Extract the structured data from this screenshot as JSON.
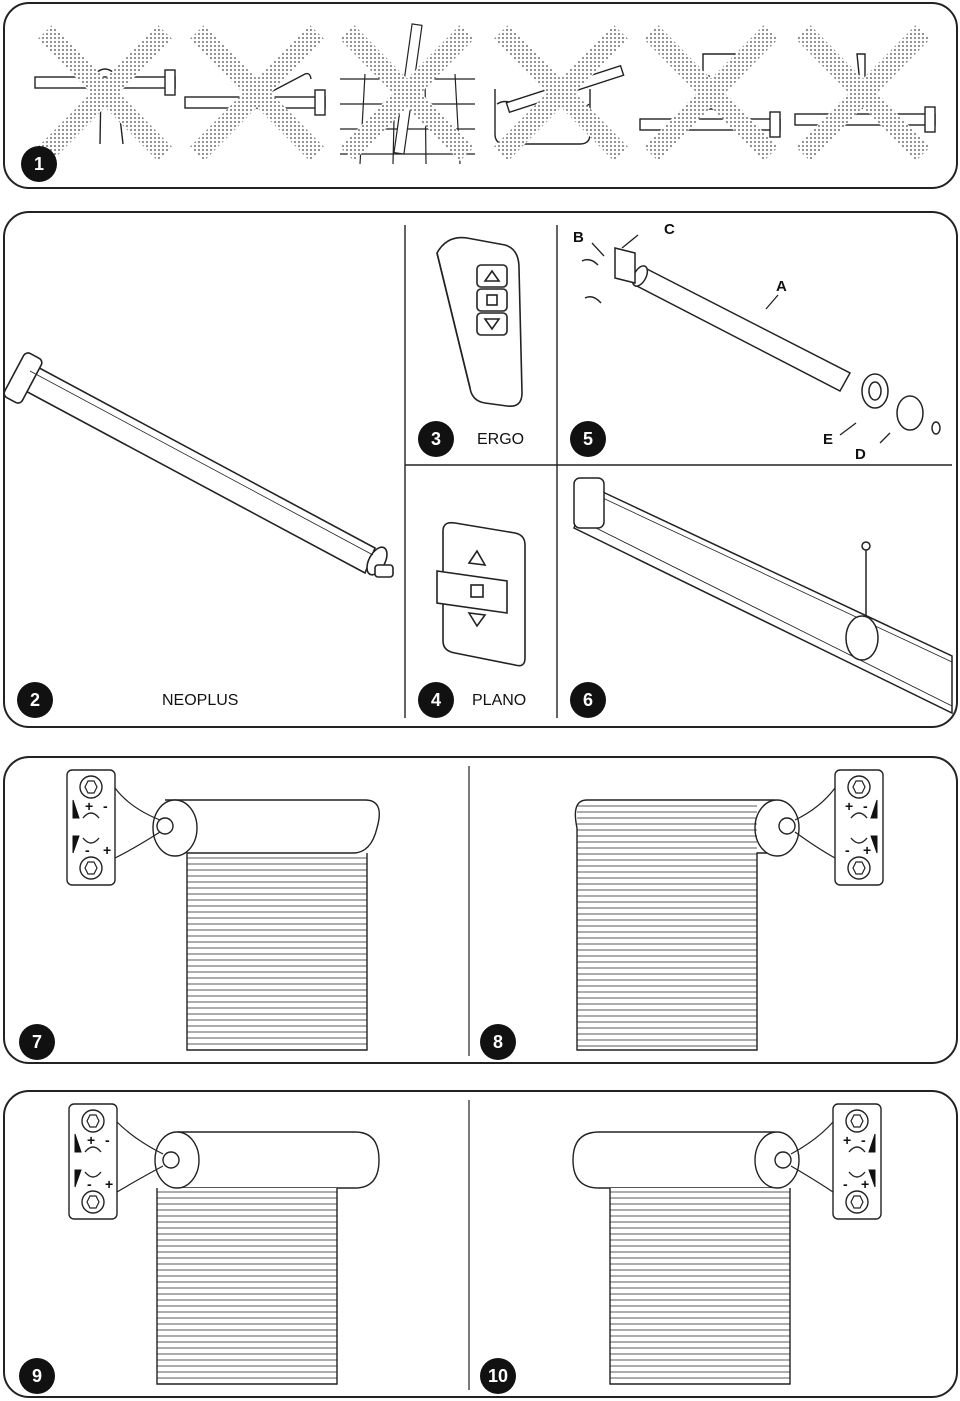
{
  "figures": [
    {
      "number": "1"
    },
    {
      "number": "2",
      "caption": "NEOPLUS"
    },
    {
      "number": "3",
      "caption": "ERGO"
    },
    {
      "number": "4",
      "caption": "PLANO"
    },
    {
      "number": "5"
    },
    {
      "number": "6"
    },
    {
      "number": "7"
    },
    {
      "number": "8"
    },
    {
      "number": "9"
    },
    {
      "number": "10"
    }
  ],
  "part_labels": {
    "a": "A",
    "b": "B",
    "c": "C",
    "d": "D",
    "e": "E"
  },
  "adjust_signs": {
    "plus": "+",
    "minus": "-"
  },
  "icons": [
    "cross-out-icon",
    "pliers-icon",
    "hammer-icon",
    "water-icon",
    "drill-icon",
    "screwdriver-icon",
    "up-arrow-icon",
    "stop-icon",
    "down-arrow-icon",
    "hex-adjust-icon",
    "rotate-arrow-icon"
  ],
  "colors": {
    "line": "#222222",
    "cross": "#9a9a9a",
    "badge": "#111111"
  }
}
